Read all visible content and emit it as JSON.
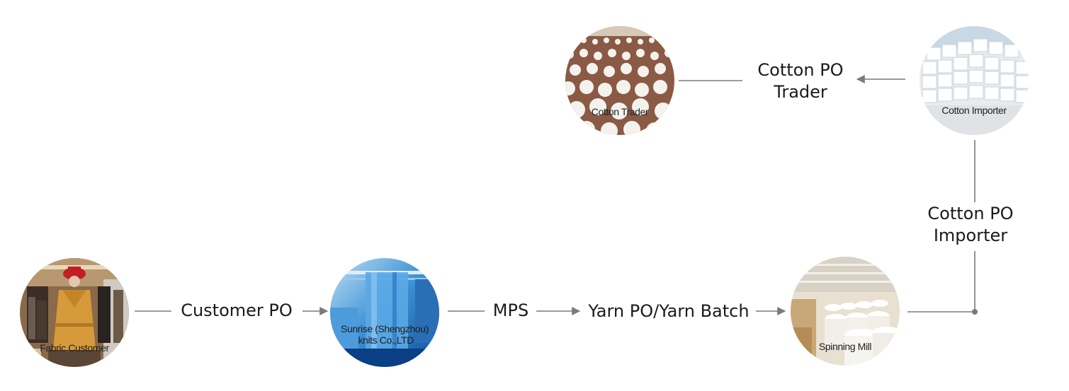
{
  "nodes": {
    "fabric_customer": {
      "label": "Fabric Customer",
      "icon": "clothing-store-photo"
    },
    "sunrise": {
      "label": "Sunrise (Shengzhou)\n knits Co.,LTD",
      "icon": "blue-fabric-photo"
    },
    "spinning_mill": {
      "label": "Spinning Mill",
      "icon": "spinning-mill-photo"
    },
    "cotton_importer": {
      "label": "Cotton Importer",
      "icon": "cotton-bales-photo"
    },
    "cotton_trader": {
      "label": "Cotton Trader",
      "icon": "cotton-field-photo"
    }
  },
  "edges": {
    "customer_po": "Customer PO",
    "mps": "MPS",
    "yarn_po": "Yarn PO/Yarn Batch",
    "cotton_po_importer": "Cotton PO\nImporter",
    "cotton_po_trader": "Cotton PO\nTrader"
  },
  "colors": {
    "connector": "#7a7a7a",
    "text": "#1a1a1a",
    "background": "#ffffff"
  }
}
